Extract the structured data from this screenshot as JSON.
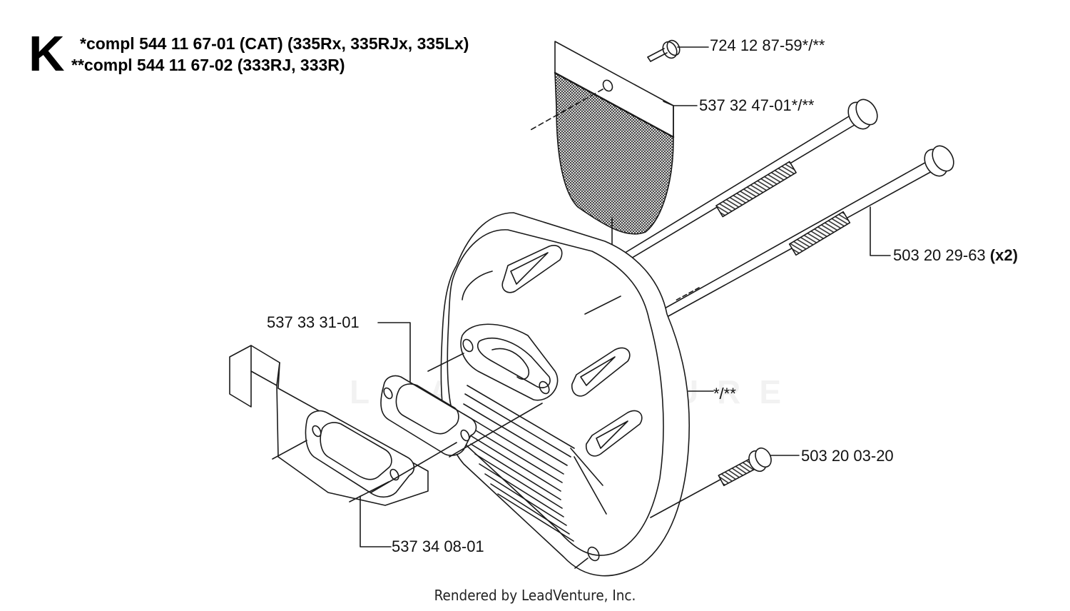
{
  "section_letter": "K",
  "header": {
    "line1": "*compl 544 11 67-01  (CAT) (335Rx, 335RJx, 335Lx)",
    "line2": "**compl 544 11 67-02 (333RJ, 333R)"
  },
  "callouts": {
    "screw_top": "724 12 87-59*/**",
    "screen": "537 32 47-01*/**",
    "long_bolt": "503 20 29-63",
    "long_bolt_qty": "(x2)",
    "gasket": "537 33 31-01",
    "muffler": "*/**",
    "screw_bottom": "503 20 03-20",
    "plate_gasket": "537 34 08-01"
  },
  "watermark_text": "LEADVENTURE",
  "footer": "Rendered by LeadVenture, Inc.",
  "colors": {
    "line": "#1a1a1a",
    "watermark": "#f2f2f2"
  }
}
